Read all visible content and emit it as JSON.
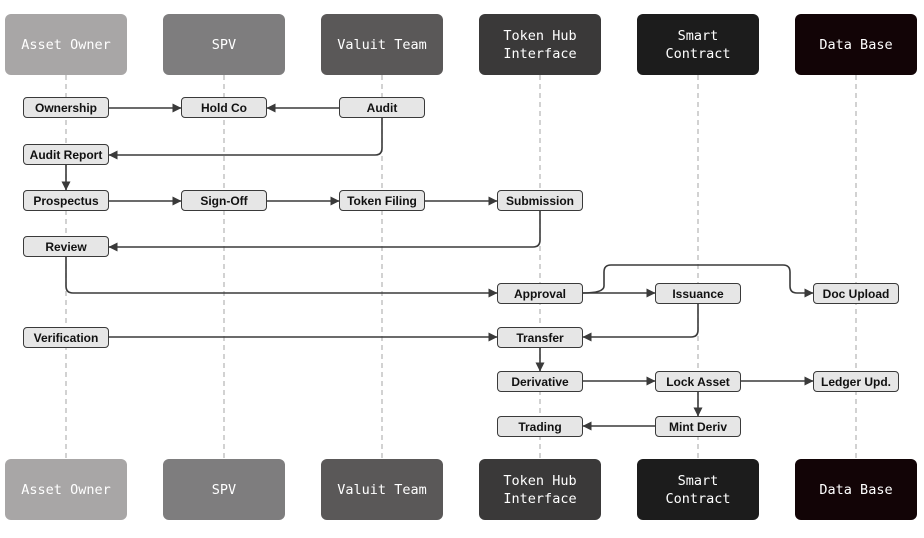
{
  "lanes": [
    {
      "label": "Asset Owner",
      "bg": "#a8a6a6",
      "fg": "#ffffff"
    },
    {
      "label": "SPV",
      "bg": "#7e7d7e",
      "fg": "#ffffff"
    },
    {
      "label": "Valuit Team",
      "bg": "#5a5858",
      "fg": "#ffffff"
    },
    {
      "label": "Token Hub\nInterface",
      "bg": "#3a3939",
      "fg": "#ffffff"
    },
    {
      "label": "Smart\nContract",
      "bg": "#1c1c1c",
      "fg": "#ffffff"
    },
    {
      "label": "Data Base",
      "bg": "#120406",
      "fg": "#ffffff"
    }
  ],
  "steps": {
    "ownership": "Ownership",
    "hold_co": "Hold Co",
    "audit": "Audit",
    "audit_report": "Audit Report",
    "prospectus": "Prospectus",
    "sign_off": "Sign-Off",
    "token_filing": "Token Filing",
    "submission": "Submission",
    "review": "Review",
    "approval": "Approval",
    "issuance": "Issuance",
    "doc_upload": "Doc Upload",
    "verification": "Verification",
    "transfer": "Transfer",
    "derivative": "Derivative",
    "lock_asset": "Lock Asset",
    "ledger_upd": "Ledger Upd.",
    "trading": "Trading",
    "mint_deriv": "Mint Deriv"
  },
  "colors": {
    "line": "#3a3a3a",
    "lifeline": "#b5b5b5",
    "step_fill": "#e6e6e6"
  }
}
